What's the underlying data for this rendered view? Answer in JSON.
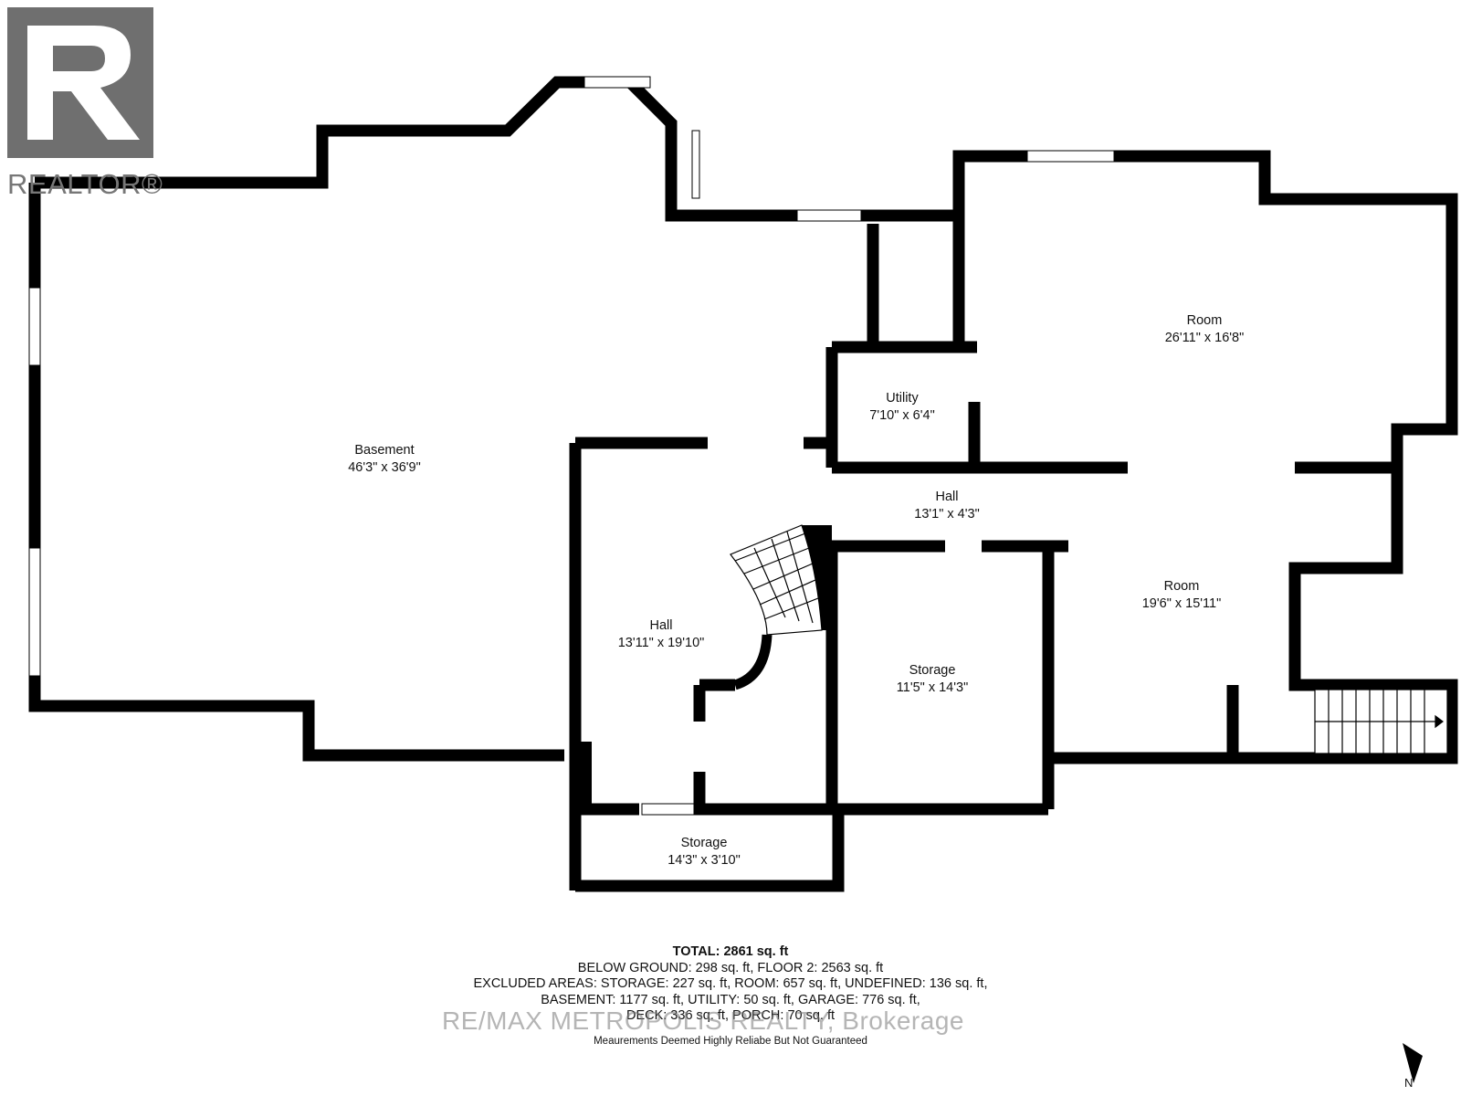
{
  "logo": {
    "text": "REALTOR®"
  },
  "rooms": [
    {
      "name": "Basement",
      "dims": "46'3\" x 36'9\""
    },
    {
      "name": "Room",
      "dims": "26'11\" x 16'8\""
    },
    {
      "name": "Utility",
      "dims": "7'10\" x 6'4\""
    },
    {
      "name": "Hall",
      "dims": "13'1\" x 4'3\""
    },
    {
      "name": "Hall",
      "dims": "13'11\" x 19'10\""
    },
    {
      "name": "Room",
      "dims": "19'6\" x 15'11\""
    },
    {
      "name": "Storage",
      "dims": "11'5\" x 14'3\""
    },
    {
      "name": "Storage",
      "dims": "14'3\" x 3'10\""
    }
  ],
  "summary": {
    "total_label": "TOTAL: 2861 sq. ft",
    "line1": "BELOW GROUND: 298 sq. ft, FLOOR 2: 2563 sq. ft",
    "line2": "EXCLUDED AREAS: STORAGE: 227 sq. ft, ROOM: 657 sq. ft, UNDEFINED: 136 sq. ft,",
    "line3": "BASEMENT: 1177 sq. ft, UTILITY: 50 sq. ft, GARAGE: 776 sq. ft,",
    "line4": "DECK: 336 sq. ft, PORCH: 70 sq. ft"
  },
  "watermark": "RE/MAX METROPOLIS REALTY, Brokerage",
  "disclaimer": "Meaurements Deemed Highly Reliabe But Not Guaranteed",
  "north_label": "N",
  "colors": {
    "wall": "#000000",
    "logo_gray": "#6f6f6f"
  }
}
